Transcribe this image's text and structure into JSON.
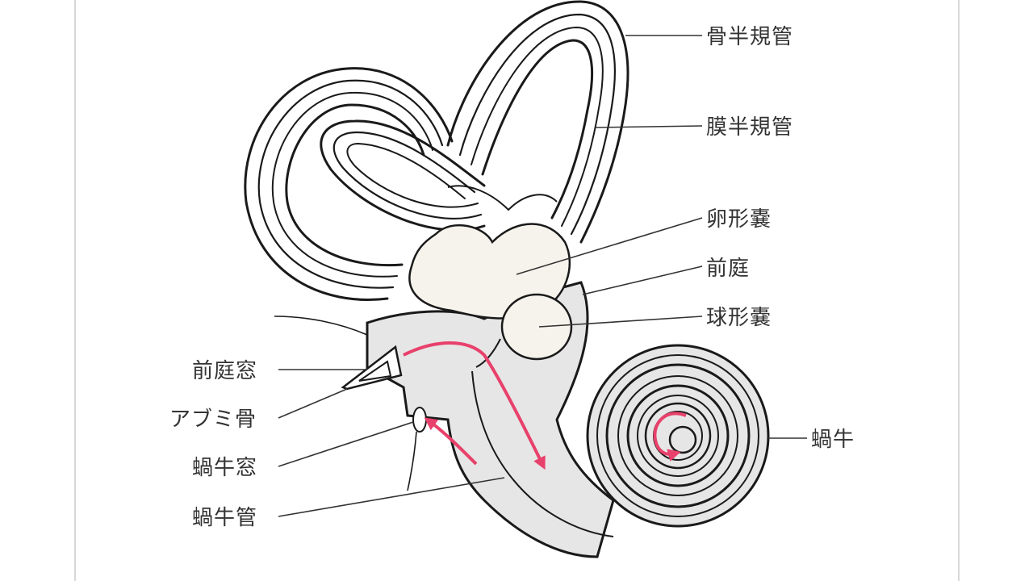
{
  "labels": {
    "bony_canal": "骨半規管",
    "membranous_canal": "膜半規管",
    "utricle": "卵形嚢",
    "vestibule": "前庭",
    "saccule": "球形嚢",
    "oval_window": "前庭窓",
    "stapes": "アブミ骨",
    "round_window": "蝸牛窓",
    "cochlear_duct": "蝸牛管",
    "cochlea": "蝸牛"
  },
  "colors": {
    "outline": "#1a1a1a",
    "fill_light": "#e6e6e6",
    "fill_pale": "#f6f3ec",
    "arrow": "#e8416b"
  }
}
